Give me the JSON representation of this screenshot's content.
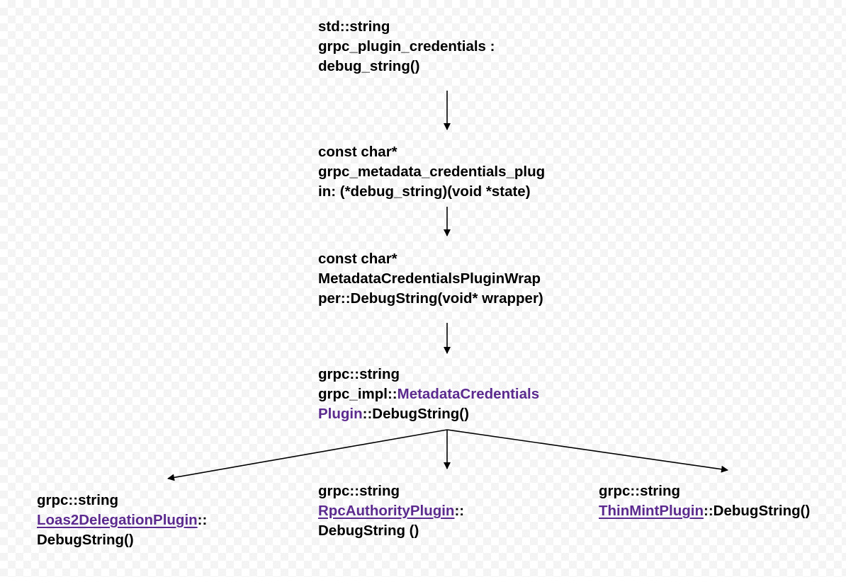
{
  "nodes": {
    "n1": {
      "line1": "std::string",
      "line2": "grpc_plugin_credentials :",
      "line3": "debug_string()"
    },
    "n2": {
      "line1": "const char*",
      "line2": "grpc_metadata_credentials_plug",
      "line3": "in: (*debug_string)(void *state)"
    },
    "n3": {
      "line1": "const char*",
      "line2": "MetadataCredentialsPluginWrap",
      "line3": "per::DebugString(void* wrapper)"
    },
    "n4": {
      "line1": "grpc::string",
      "line2_prefix": "grpc_impl::",
      "line2_class": "MetadataCredentials",
      "line3_class": "Plugin",
      "line3_suffix": "::DebugString()"
    },
    "n5": {
      "line1": "grpc::string",
      "link": "Loas2DelegationPlugin",
      "line2_suffix": "::",
      "line3": "DebugString()"
    },
    "n6": {
      "line1": "grpc::string",
      "link": "RpcAuthorityPlugin",
      "line2_suffix": "::",
      "line3": "DebugString ()"
    },
    "n7": {
      "line1": "grpc::string",
      "link": "ThinMintPlugin",
      "line2_suffix": "::DebugString()"
    }
  },
  "colors": {
    "text": "#000000",
    "class_name": "#5b2a8e",
    "arrow": "#000000"
  }
}
